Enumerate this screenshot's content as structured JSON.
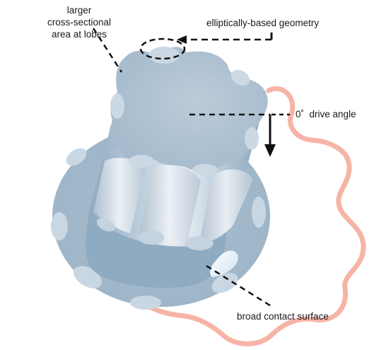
{
  "labels": {
    "lobes": [
      "larger",
      "cross-sectional",
      "area at lobes"
    ],
    "geometry": "elliptically-based geometry",
    "drive_degree": "0˚",
    "drive_text": "drive angle",
    "contact": "broad contact surface"
  },
  "colors": {
    "outline_pink": "#f6b4a6",
    "body_blue": "#a9bfd0",
    "body_blue_light": "#c8d7e3",
    "body_blue_dark": "#8aa6bd",
    "highlight": "#e4ecf3",
    "arrow": "#111111"
  }
}
